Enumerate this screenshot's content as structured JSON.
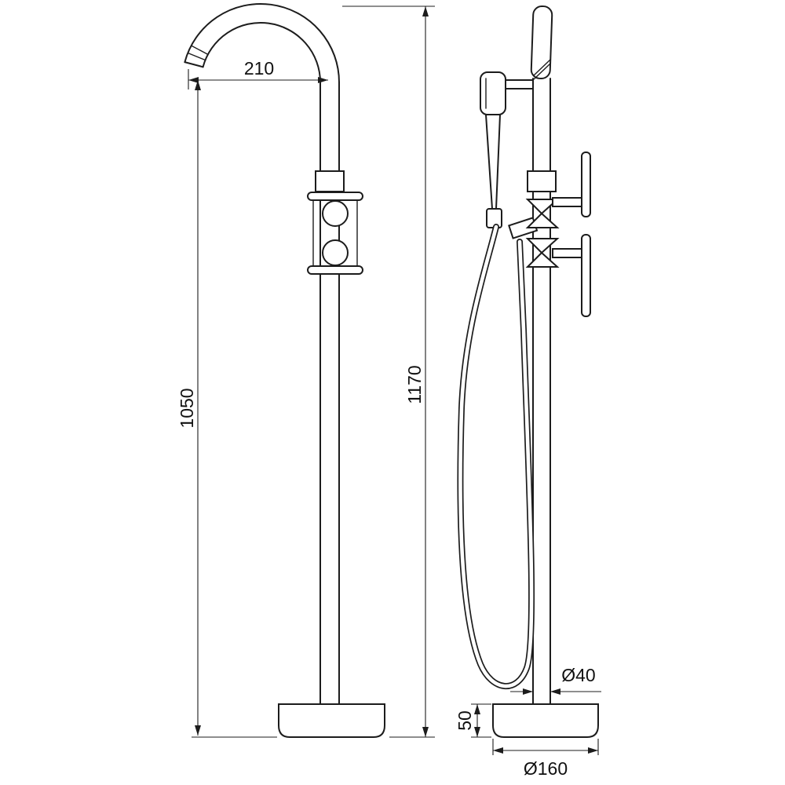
{
  "drawing": {
    "subject": "Freestanding bathtub mixer tap with hand shower - front and side elevations",
    "line_color": "#1c1c1c",
    "background": "#ffffff"
  },
  "dimensions": {
    "spout_reach": "210",
    "spout_height": "1050",
    "total_height": "1170",
    "pipe_diameter": "Ø40",
    "base_height": "50",
    "base_diameter": "Ø160"
  }
}
